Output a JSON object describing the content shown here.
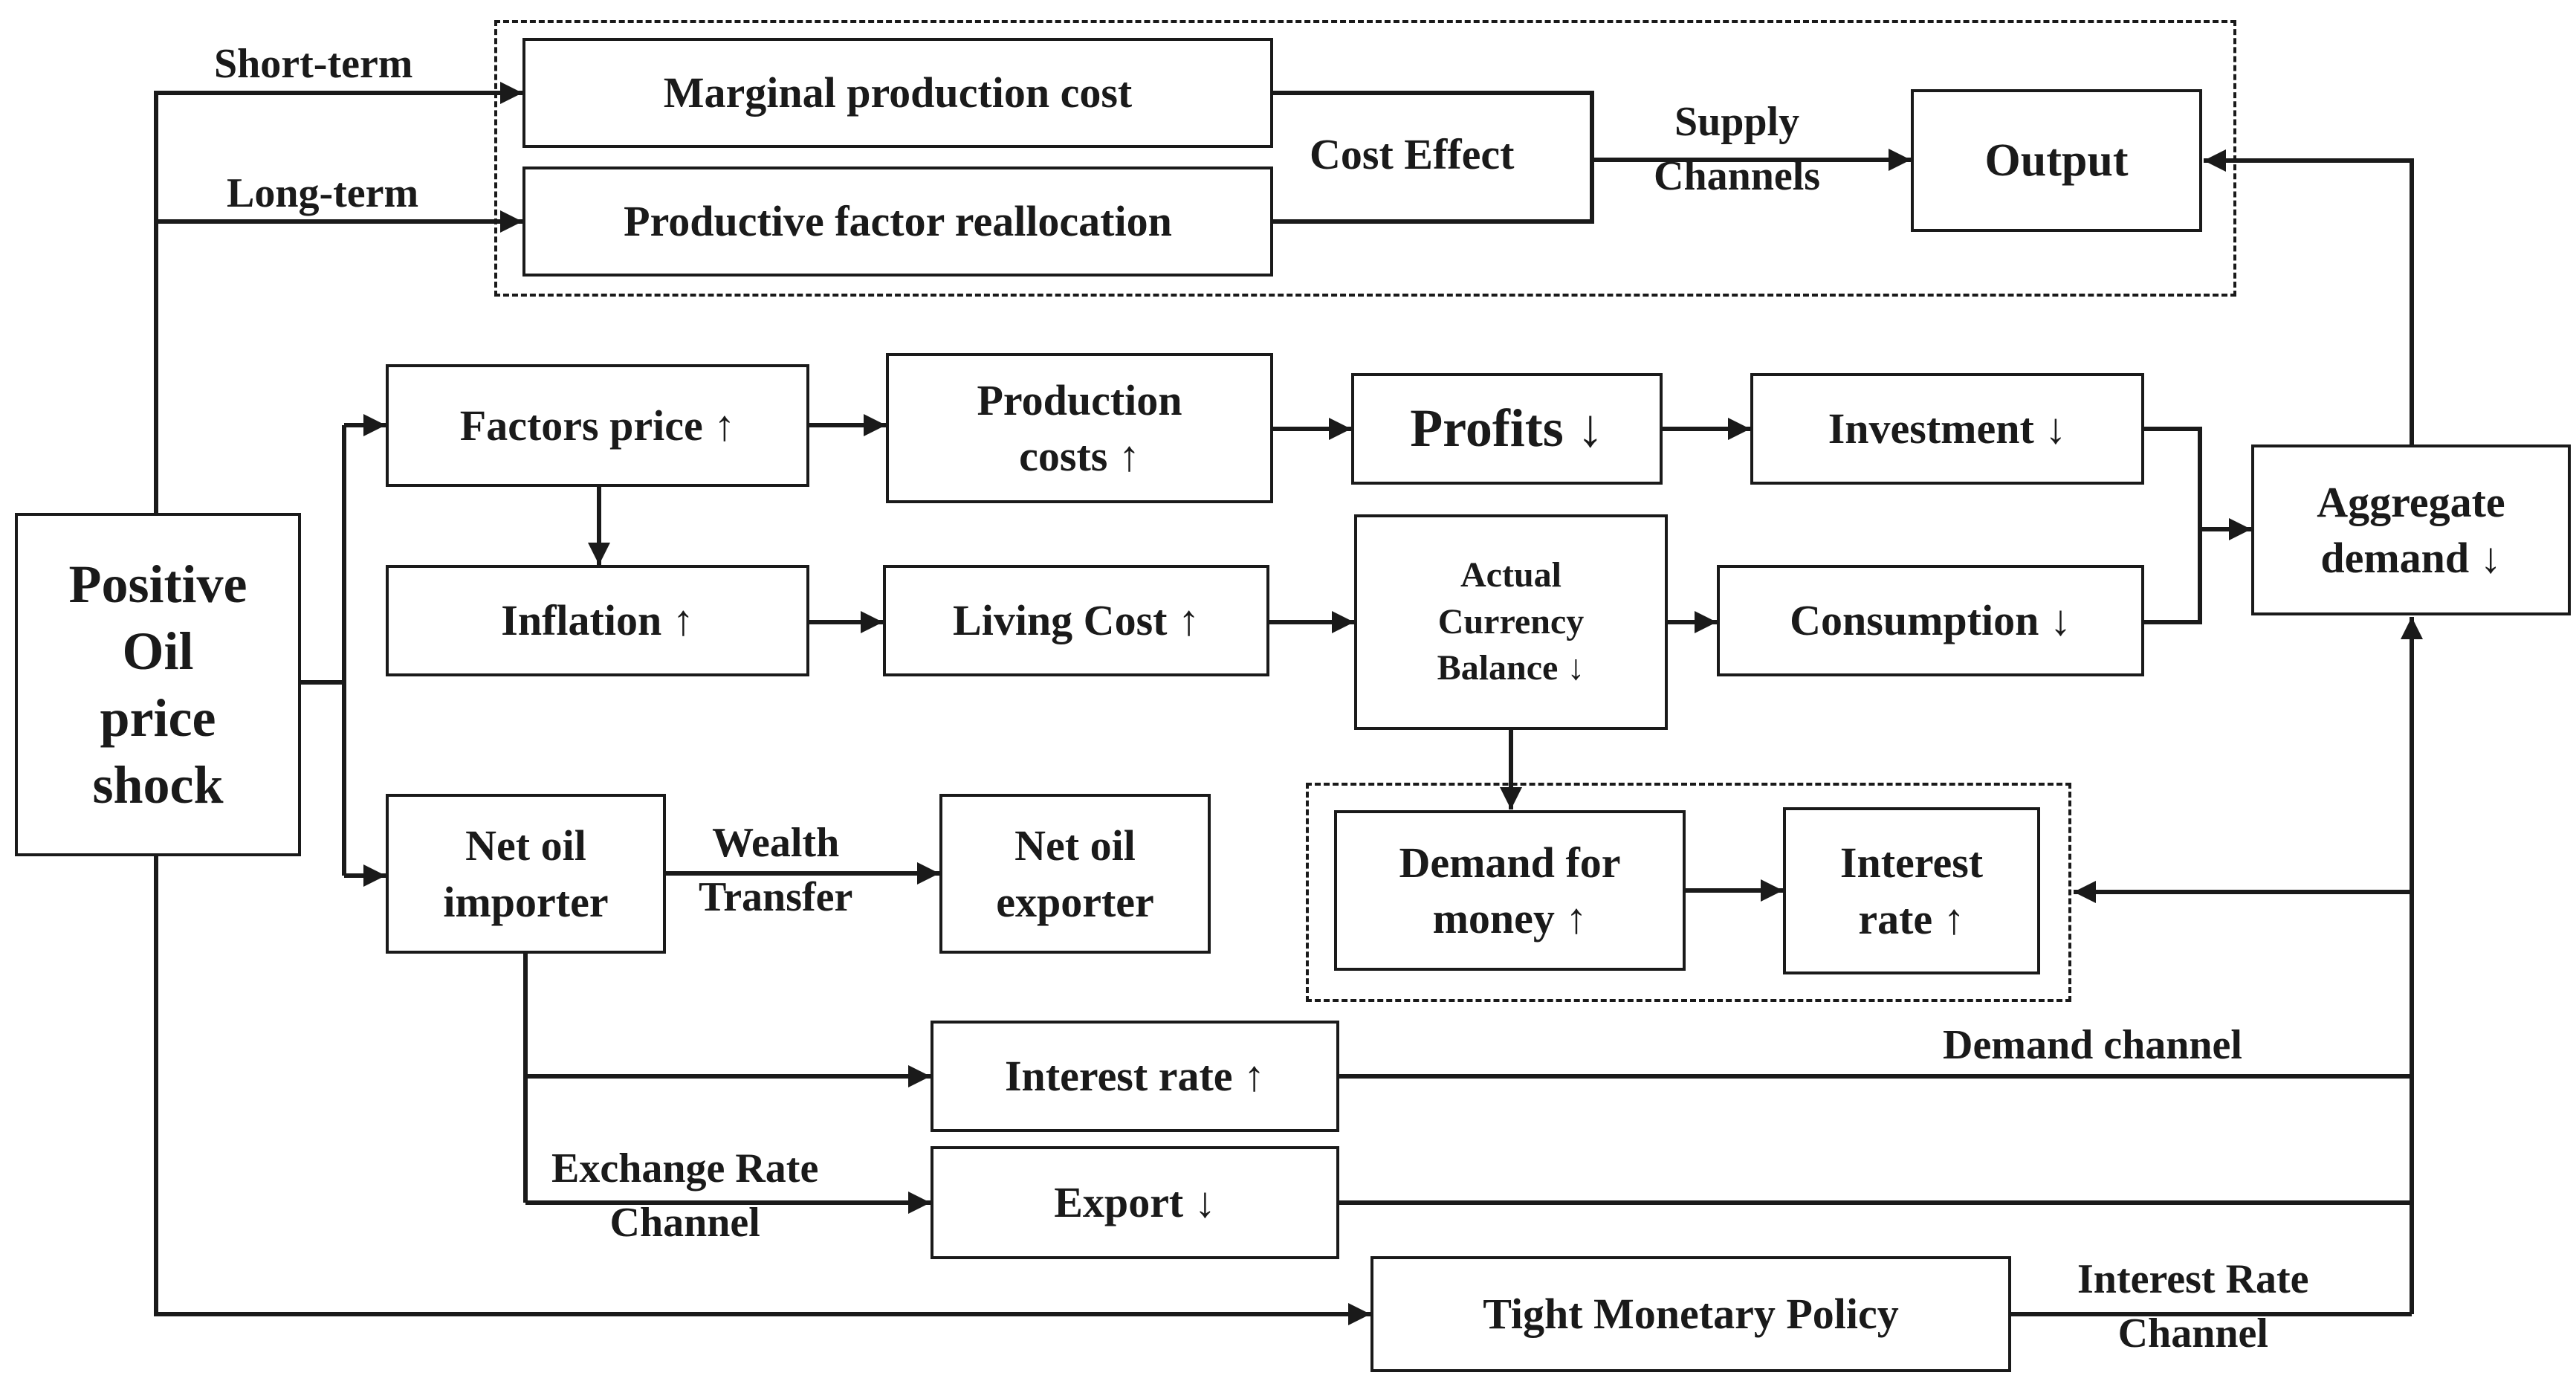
{
  "boxes": {
    "oil_shock": "Positive\nOil\nprice\nshock",
    "marginal_cost": "Marginal production cost",
    "factor_realloc": "Productive factor reallocation",
    "output": "Output",
    "factors_price": "Factors price ↑",
    "production_costs": "Production\ncosts ↑",
    "profits": "Profits ↓",
    "investment": "Investment ↓",
    "aggregate_demand": "Aggregate\ndemand ↓",
    "inflation": "Inflation   ↑",
    "living_cost": "Living Cost ↑",
    "currency_balance": "Actual\nCurrency\nBalance ↓",
    "consumption": "Consumption ↓",
    "net_oil_importer": "Net oil\nimporter",
    "net_oil_exporter": "Net oil\nexporter",
    "demand_for_money": "Demand for\nmoney ↑",
    "interest_rate_box": "Interest\nrate ↑",
    "interest_rate_up": "Interest rate ↑",
    "export": "Export ↓",
    "tight_monetary": "Tight Monetary Policy"
  },
  "labels": {
    "short_term": "Short-term",
    "long_term": "Long-term",
    "cost_effect": "Cost Effect",
    "supply_channels": "Supply\nChannels",
    "wealth_transfer": "Wealth\nTransfer",
    "demand_channel": "Demand channel",
    "exchange_rate_channel": "Exchange Rate\nChannel",
    "interest_rate_channel": "Interest Rate\nChannel"
  }
}
